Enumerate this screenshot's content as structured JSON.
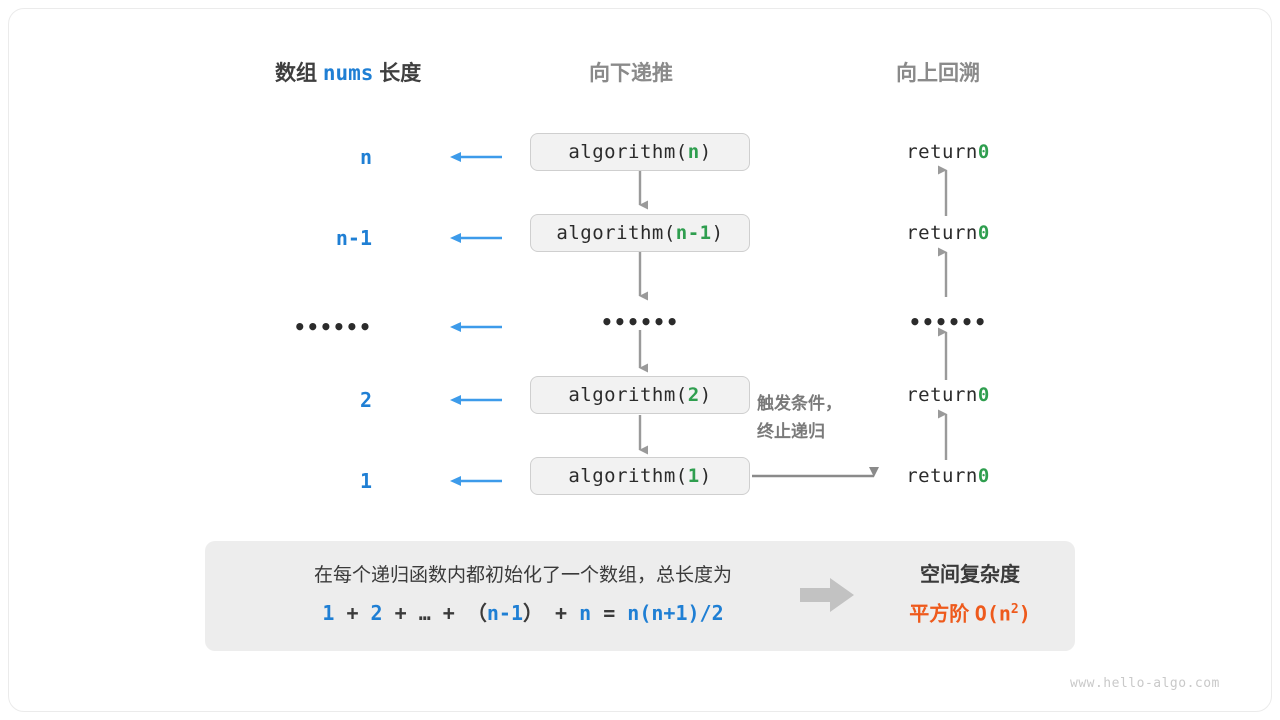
{
  "headers": {
    "left": {
      "prefix": "数组 ",
      "mono": "nums",
      "suffix": " 长度"
    },
    "down": "向下递推",
    "up": "向上回溯"
  },
  "rows": [
    {
      "length": "n",
      "call_prefix": "algorithm(",
      "call_arg": "n",
      "call_suffix": ")",
      "return_prefix": "return ",
      "return_value": "0",
      "is_ellipsis": false
    },
    {
      "length": "n-1",
      "call_prefix": "algorithm(",
      "call_arg": "n-1",
      "call_suffix": ")",
      "return_prefix": "return ",
      "return_value": "0",
      "is_ellipsis": false
    },
    {
      "length": "••••••",
      "call_prefix": "",
      "call_arg": "••••••",
      "call_suffix": "",
      "return_prefix": "",
      "return_value": "••••••",
      "is_ellipsis": true
    },
    {
      "length": "2",
      "call_prefix": "algorithm(",
      "call_arg": "2",
      "call_suffix": ")",
      "return_prefix": "return ",
      "return_value": "0",
      "is_ellipsis": false
    },
    {
      "length": "1",
      "call_prefix": "algorithm(",
      "call_arg": "1",
      "call_suffix": ")",
      "return_prefix": "return ",
      "return_value": "0",
      "is_ellipsis": false
    }
  ],
  "trigger_note": {
    "line1": "触发条件，",
    "line2": "终止递归"
  },
  "summary": {
    "line1": "在每个递归函数内都初始化了一个数组，总长度为",
    "formula": {
      "t1": "1",
      "o1": " + ",
      "t2": "2",
      "o2": " + … + （",
      "t3": "n-1",
      "o3": "） + ",
      "t4": "n",
      "o4": " = ",
      "t5": "n(n+1)/2"
    }
  },
  "complexity": {
    "title": "空间复杂度",
    "label": "平方阶 ",
    "big_o": "O(n",
    "exp": "2",
    "close": ")"
  },
  "watermark": "www.hello-algo.com",
  "colors": {
    "blue": "#1f7fd4",
    "green": "#2f9e4f",
    "orange": "#ee5a1c",
    "gray_arrow": "#8a8a8a",
    "box_fill": "#f2f2f2",
    "panel_fill": "#ededed"
  },
  "icons": {
    "left_arrow": "arrow-left-icon",
    "down_arrow": "arrow-down-icon",
    "up_arrow": "arrow-up-icon",
    "right_arrow": "arrow-right-icon",
    "block_arrow": "block-arrow-right-icon"
  }
}
